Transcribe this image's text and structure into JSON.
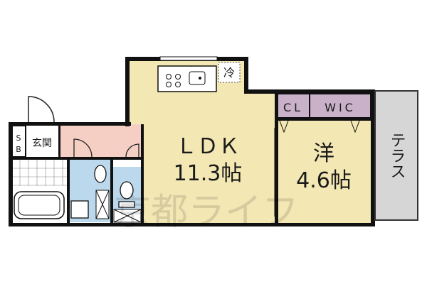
{
  "rooms": {
    "ldk": {
      "name": "ＬＤＫ",
      "size": "11.3帖"
    },
    "western": {
      "name": "洋",
      "size": "4.6帖"
    },
    "entrance": {
      "name": "玄関"
    },
    "shoe_box": {
      "line1": "S",
      "line2": "B"
    },
    "terrace": {
      "name": "テラス"
    },
    "closet": {
      "name": "CL"
    },
    "wic": {
      "name": "WIC"
    },
    "fridge": {
      "name": "冷"
    }
  },
  "watermark": "京都ライフ",
  "colors": {
    "living": "#f3e7b4",
    "entrance_hall": "#f6cfc4",
    "bathroom": "#bcd8ec",
    "closet": "#c9b1c9",
    "terrace": "#d6d6d6",
    "wall": "#111111"
  }
}
